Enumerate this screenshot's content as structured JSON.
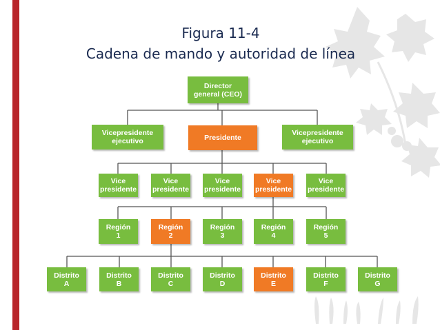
{
  "title": "Figura 11-4",
  "subtitle": "Cadena de mando y autoridad de línea",
  "colors": {
    "green": "#78bd3f",
    "orange": "#f07a25",
    "accent_bar": "#b8262b",
    "title": "#1a2a50"
  },
  "org": {
    "ceo": "Director\ngeneral (CEO)",
    "vp_exec_left": "Vicepresidente\nejecutivo",
    "president": "Presidente",
    "vp_exec_right": "Vicepresidente\nejecutivo",
    "vps": [
      "Vice\npresidente",
      "Vice\npresidente",
      "Vice\npresidente",
      "Vice\npresidente",
      "Vice\npresidente"
    ],
    "regions": [
      "Región\n1",
      "Región\n2",
      "Región\n3",
      "Región\n4",
      "Región\n5"
    ],
    "districts": [
      "Distrito\nA",
      "Distrito\nB",
      "Distrito\nC",
      "Distrito\nD",
      "Distrito\nE",
      "Distrito\nF",
      "Distrito\nG"
    ]
  }
}
